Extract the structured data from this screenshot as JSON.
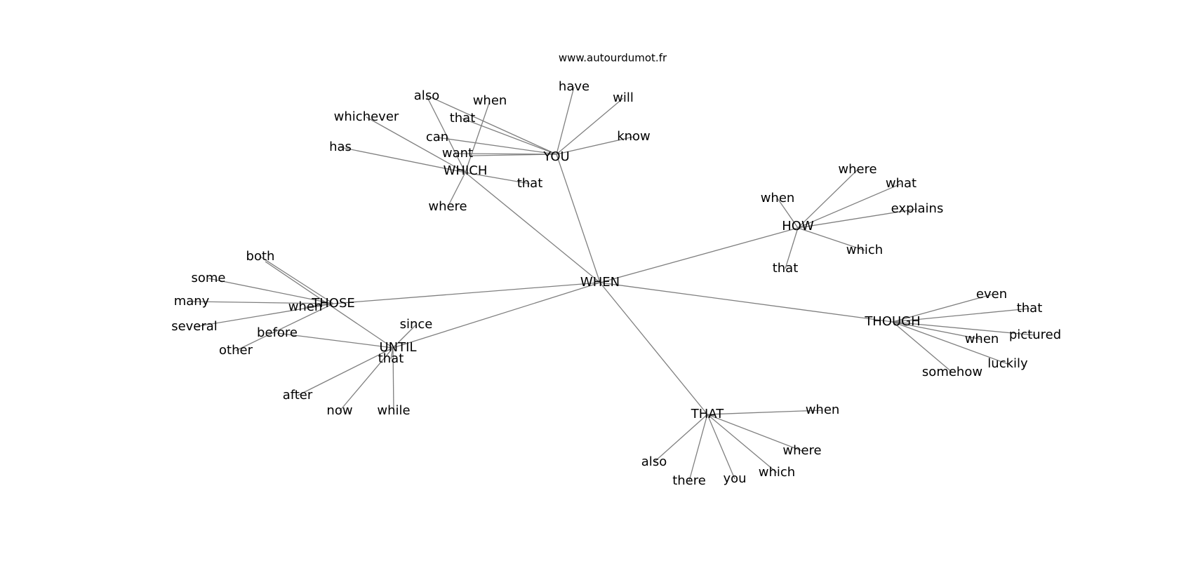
{
  "watermark": "www.autourdumot.fr",
  "edge_color": "#7f7f7f",
  "center": "WHEN",
  "clusters": [
    {
      "hub": "YOU",
      "words": [
        "have",
        "will",
        "know",
        "that",
        "can",
        "want",
        "when",
        "also"
      ]
    },
    {
      "hub": "WHICH",
      "words": [
        "whichever",
        "has",
        "that",
        "where",
        "also",
        "when"
      ]
    },
    {
      "hub": "HOW",
      "words": [
        "where",
        "what",
        "explains",
        "when",
        "which",
        "that"
      ]
    },
    {
      "hub": "THOSE",
      "words": [
        "both",
        "some",
        "many",
        "several",
        "when",
        "other"
      ]
    },
    {
      "hub": "UNTIL",
      "words": [
        "since",
        "before",
        "that",
        "after",
        "now",
        "while",
        "both"
      ]
    },
    {
      "hub": "THOUGH",
      "words": [
        "even",
        "that",
        "pictured",
        "when",
        "luckily",
        "somehow"
      ]
    },
    {
      "hub": "THAT",
      "words": [
        "when",
        "where",
        "which",
        "you",
        "there",
        "also"
      ]
    }
  ]
}
